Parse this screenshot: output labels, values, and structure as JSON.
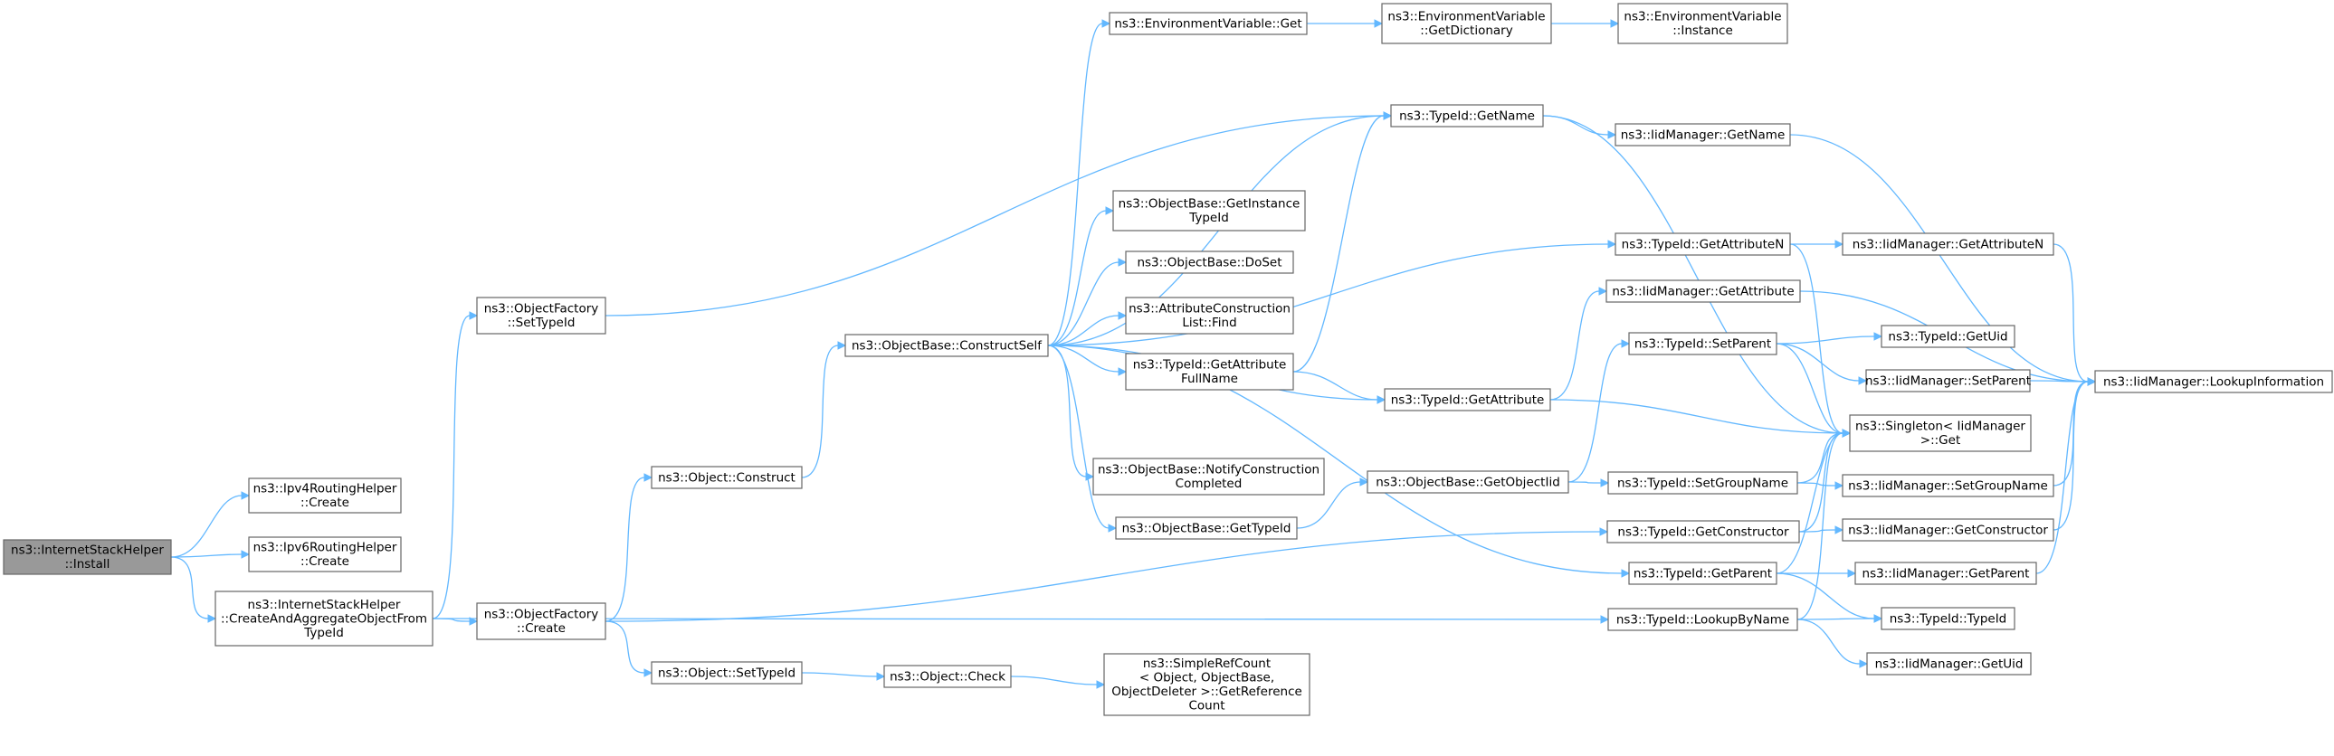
{
  "nodes": [
    {
      "id": "ish_install",
      "lines": [
        "ns3::InternetStackHelper",
        "::Install"
      ],
      "root": true
    },
    {
      "id": "ipv4rh_create",
      "lines": [
        "ns3::Ipv4RoutingHelper",
        "::Create"
      ]
    },
    {
      "id": "ipv6rh_create",
      "lines": [
        "ns3::Ipv6RoutingHelper",
        "::Create"
      ]
    },
    {
      "id": "ish_caao",
      "lines": [
        "ns3::InternetStackHelper",
        "::CreateAndAggregateObjectFrom",
        "TypeId"
      ]
    },
    {
      "id": "of_settypeid",
      "lines": [
        "ns3::ObjectFactory",
        "::SetTypeId"
      ]
    },
    {
      "id": "of_create",
      "lines": [
        "ns3::ObjectFactory",
        "::Create"
      ]
    },
    {
      "id": "obj_construct",
      "lines": [
        "ns3::Object::Construct"
      ]
    },
    {
      "id": "obj_settypeid",
      "lines": [
        "ns3::Object::SetTypeId"
      ]
    },
    {
      "id": "ob_constructself",
      "lines": [
        "ns3::ObjectBase::ConstructSelf"
      ]
    },
    {
      "id": "obj_check",
      "lines": [
        "ns3::Object::Check"
      ]
    },
    {
      "id": "envvar_get",
      "lines": [
        "ns3::EnvironmentVariable::Get"
      ]
    },
    {
      "id": "ob_getinstancetypeid",
      "lines": [
        "ns3::ObjectBase::GetInstance",
        "TypeId"
      ]
    },
    {
      "id": "ob_doset",
      "lines": [
        "ns3::ObjectBase::DoSet"
      ]
    },
    {
      "id": "acl_find",
      "lines": [
        "ns3::AttributeConstruction",
        "List::Find"
      ]
    },
    {
      "id": "tid_getattrfullname",
      "lines": [
        "ns3::TypeId::GetAttribute",
        "FullName"
      ]
    },
    {
      "id": "ob_notify",
      "lines": [
        "ns3::ObjectBase::NotifyConstruction",
        "Completed"
      ]
    },
    {
      "id": "ob_gettypeid",
      "lines": [
        "ns3::ObjectBase::GetTypeId"
      ]
    },
    {
      "id": "src_getref",
      "lines": [
        "ns3::SimpleRefCount",
        "< Object, ObjectBase,",
        " ObjectDeleter >::GetReference",
        "Count"
      ]
    },
    {
      "id": "envvar_getdict",
      "lines": [
        "ns3::EnvironmentVariable",
        "::GetDictionary"
      ]
    },
    {
      "id": "tid_getname",
      "lines": [
        "ns3::TypeId::GetName"
      ]
    },
    {
      "id": "tid_getattribute",
      "lines": [
        "ns3::TypeId::GetAttribute"
      ]
    },
    {
      "id": "ob_getobjectiid",
      "lines": [
        "ns3::ObjectBase::GetObjectIid"
      ]
    },
    {
      "id": "envvar_instance",
      "lines": [
        "ns3::EnvironmentVariable",
        "::Instance"
      ]
    },
    {
      "id": "iidm_getname",
      "lines": [
        "ns3::IidManager::GetName"
      ]
    },
    {
      "id": "tid_getattributen",
      "lines": [
        "ns3::TypeId::GetAttributeN"
      ]
    },
    {
      "id": "iidm_getattribute",
      "lines": [
        "ns3::IidManager::GetAttribute"
      ]
    },
    {
      "id": "tid_setparent",
      "lines": [
        "ns3::TypeId::SetParent"
      ]
    },
    {
      "id": "tid_setgroupname",
      "lines": [
        "ns3::TypeId::SetGroupName"
      ]
    },
    {
      "id": "tid_getconstructor",
      "lines": [
        "ns3::TypeId::GetConstructor"
      ]
    },
    {
      "id": "tid_getparent",
      "lines": [
        "ns3::TypeId::GetParent"
      ]
    },
    {
      "id": "tid_lookupbyname",
      "lines": [
        "ns3::TypeId::LookupByName"
      ]
    },
    {
      "id": "iidm_getattributen",
      "lines": [
        "ns3::IidManager::GetAttributeN"
      ]
    },
    {
      "id": "tid_getuid",
      "lines": [
        "ns3::TypeId::GetUid"
      ]
    },
    {
      "id": "iidm_setparent",
      "lines": [
        "ns3::IidManager::SetParent"
      ]
    },
    {
      "id": "singleton_get",
      "lines": [
        "ns3::Singleton< IidManager",
        " >::Get"
      ]
    },
    {
      "id": "iidm_setgroupname",
      "lines": [
        "ns3::IidManager::SetGroupName"
      ]
    },
    {
      "id": "iidm_getconstructor",
      "lines": [
        "ns3::IidManager::GetConstructor"
      ]
    },
    {
      "id": "iidm_getparent",
      "lines": [
        "ns3::IidManager::GetParent"
      ]
    },
    {
      "id": "tid_typeid",
      "lines": [
        "ns3::TypeId::TypeId"
      ]
    },
    {
      "id": "iidm_getuid",
      "lines": [
        "ns3::IidManager::GetUid"
      ]
    },
    {
      "id": "iidm_lookupinfo",
      "lines": [
        "ns3::IidManager::LookupInformation"
      ]
    }
  ],
  "edges": [
    [
      "ish_install",
      "ipv4rh_create"
    ],
    [
      "ish_install",
      "ipv6rh_create"
    ],
    [
      "ish_install",
      "ish_caao"
    ],
    [
      "ish_caao",
      "of_settypeid"
    ],
    [
      "ish_caao",
      "of_create"
    ],
    [
      "ish_caao",
      "tid_lookupbyname"
    ],
    [
      "of_settypeid",
      "tid_getname"
    ],
    [
      "of_create",
      "obj_construct"
    ],
    [
      "of_create",
      "obj_settypeid"
    ],
    [
      "of_create",
      "tid_getconstructor"
    ],
    [
      "obj_construct",
      "ob_constructself"
    ],
    [
      "obj_settypeid",
      "obj_check"
    ],
    [
      "obj_check",
      "src_getref"
    ],
    [
      "ob_constructself",
      "envvar_get"
    ],
    [
      "ob_constructself",
      "tid_getname"
    ],
    [
      "ob_constructself",
      "tid_getattributen"
    ],
    [
      "ob_constructself",
      "ob_getinstancetypeid"
    ],
    [
      "ob_constructself",
      "ob_doset"
    ],
    [
      "ob_constructself",
      "acl_find"
    ],
    [
      "ob_constructself",
      "tid_getattrfullname"
    ],
    [
      "ob_constructself",
      "tid_getattribute"
    ],
    [
      "ob_constructself",
      "ob_notify"
    ],
    [
      "ob_constructself",
      "ob_gettypeid"
    ],
    [
      "ob_constructself",
      "tid_getparent"
    ],
    [
      "envvar_get",
      "envvar_getdict"
    ],
    [
      "envvar_getdict",
      "envvar_instance"
    ],
    [
      "tid_getattrfullname",
      "tid_getname"
    ],
    [
      "tid_getattrfullname",
      "tid_getattribute"
    ],
    [
      "ob_gettypeid",
      "ob_getobjectiid"
    ],
    [
      "ob_getobjectiid",
      "tid_setparent"
    ],
    [
      "ob_getobjectiid",
      "tid_setgroupname"
    ],
    [
      "tid_getname",
      "iidm_getname"
    ],
    [
      "tid_getname",
      "singleton_get"
    ],
    [
      "tid_getattribute",
      "iidm_getattribute"
    ],
    [
      "tid_getattribute",
      "singleton_get"
    ],
    [
      "tid_getattributen",
      "iidm_getattributen"
    ],
    [
      "tid_getattributen",
      "singleton_get"
    ],
    [
      "tid_setparent",
      "tid_getuid"
    ],
    [
      "tid_setparent",
      "iidm_setparent"
    ],
    [
      "tid_setparent",
      "singleton_get"
    ],
    [
      "tid_setgroupname",
      "singleton_get"
    ],
    [
      "tid_setgroupname",
      "iidm_setgroupname"
    ],
    [
      "tid_getconstructor",
      "singleton_get"
    ],
    [
      "tid_getconstructor",
      "iidm_getconstructor"
    ],
    [
      "tid_getparent",
      "singleton_get"
    ],
    [
      "tid_getparent",
      "iidm_getparent"
    ],
    [
      "tid_getparent",
      "tid_typeid"
    ],
    [
      "tid_lookupbyname",
      "singleton_get"
    ],
    [
      "tid_lookupbyname",
      "tid_typeid"
    ],
    [
      "tid_lookupbyname",
      "iidm_getuid"
    ],
    [
      "iidm_getname",
      "iidm_lookupinfo"
    ],
    [
      "iidm_getattribute",
      "iidm_lookupinfo"
    ],
    [
      "iidm_getattributen",
      "iidm_lookupinfo"
    ],
    [
      "iidm_setparent",
      "iidm_lookupinfo"
    ],
    [
      "iidm_setgroupname",
      "iidm_lookupinfo"
    ],
    [
      "iidm_getconstructor",
      "iidm_lookupinfo"
    ],
    [
      "iidm_getparent",
      "iidm_lookupinfo"
    ]
  ],
  "colors": {
    "edge": "#63b8ff",
    "node_border": "#666666",
    "root_fill": "#999999",
    "node_fill": "#ffffff"
  }
}
